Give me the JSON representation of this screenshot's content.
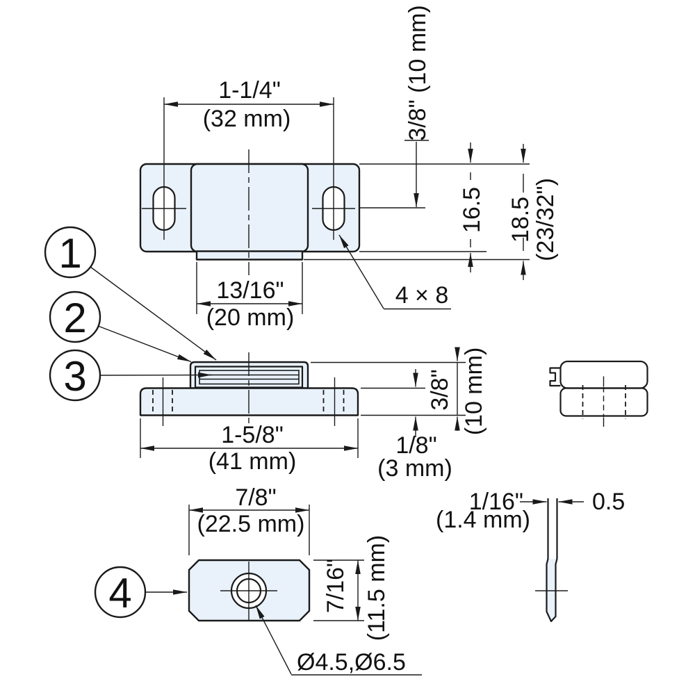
{
  "drawing": {
    "kind": "magnetic catch dimensioned drawing",
    "colors": {
      "part_fill": "#e9f2fb",
      "line": "#1a1a1a",
      "background": "#ffffff"
    }
  },
  "balloons": {
    "b1": "1",
    "b2": "2",
    "b3": "3",
    "b4": "4"
  },
  "top_view": {
    "dim_slot_pitch_in": "1-1/4\"",
    "dim_slot_pitch_mm": "(32 mm)",
    "dim_slot_offset": "3/8\" (10 mm)",
    "dim_body_height": "16.5",
    "dim_total_height": "18.5",
    "dim_total_height_in": "(23/32\")",
    "slot_size_label": "4 × 8",
    "dim_lip_width_in": "13/16\"",
    "dim_lip_width_mm": "(20 mm)"
  },
  "side_view": {
    "dim_length_in": "1-5/8\"",
    "dim_length_mm": "(41 mm)",
    "dim_height_in": "3/8\"",
    "dim_height_mm": "(10 mm)",
    "dim_base_in": "1/8\"",
    "dim_base_mm": "(3 mm)"
  },
  "plate_view": {
    "dim_width_in": "7/8\"",
    "dim_width_mm": "(22.5 mm)",
    "dim_height_in": "7/16\"",
    "dim_height_mm": "(11.5 mm)",
    "hole_label": "Ø4.5,Ø6.5"
  },
  "plate_edge_view": {
    "dim_thickness_in": "1/16\"",
    "dim_thickness_mm": "(1.4 mm)",
    "dim_offset": "0.5"
  }
}
